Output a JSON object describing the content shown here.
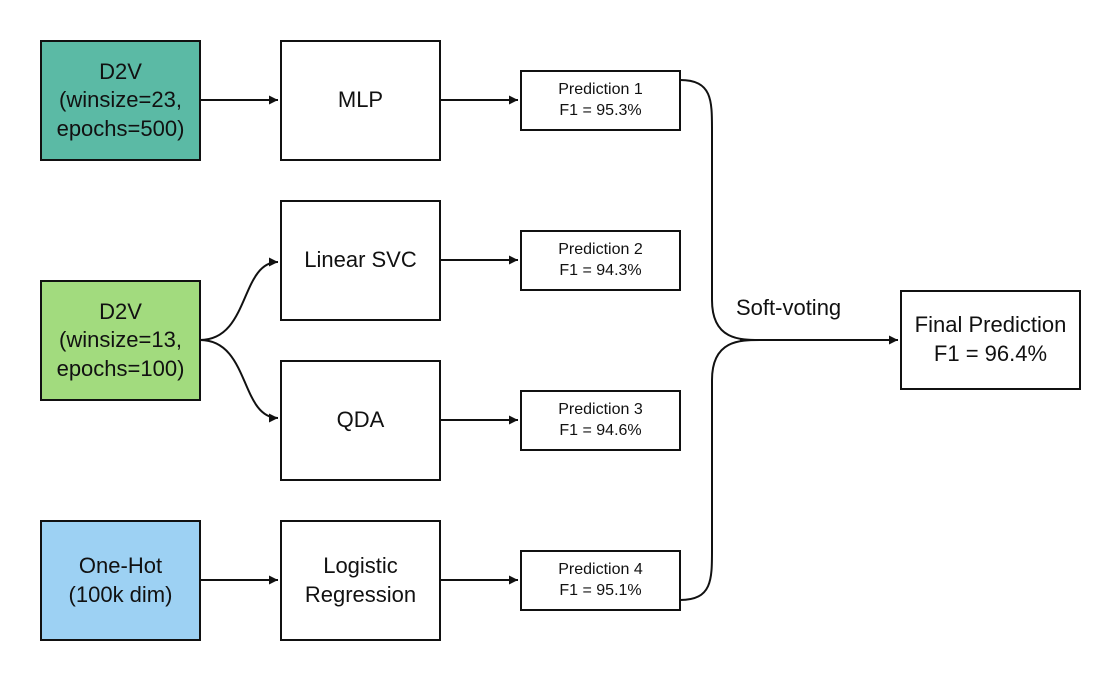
{
  "colors": {
    "input_1": "#5bbaa5",
    "input_2": "#a2db7e",
    "input_3": "#9dd1f3",
    "stroke": "#111111"
  },
  "inputs": [
    {
      "lines": [
        "D2V",
        "(winsize=23,",
        "epochs=500)"
      ]
    },
    {
      "lines": [
        "D2V",
        "(winsize=13,",
        "epochs=100)"
      ]
    },
    {
      "lines": [
        "One-Hot",
        "(100k dim)"
      ]
    }
  ],
  "models": [
    {
      "lines": [
        "MLP"
      ]
    },
    {
      "lines": [
        "Linear SVC"
      ]
    },
    {
      "lines": [
        "QDA"
      ]
    },
    {
      "lines": [
        "Logistic",
        "Regression"
      ]
    }
  ],
  "predictions": [
    {
      "title": "Prediction 1",
      "score": "F1 = 95.3%"
    },
    {
      "title": "Prediction 2",
      "score": "F1 = 94.3%"
    },
    {
      "title": "Prediction 3",
      "score": "F1 = 94.6%"
    },
    {
      "title": "Prediction 4",
      "score": "F1 = 95.1%"
    }
  ],
  "ensemble_label": "Soft-voting",
  "final": {
    "title": "Final Prediction",
    "score": "F1 = 96.4%"
  }
}
